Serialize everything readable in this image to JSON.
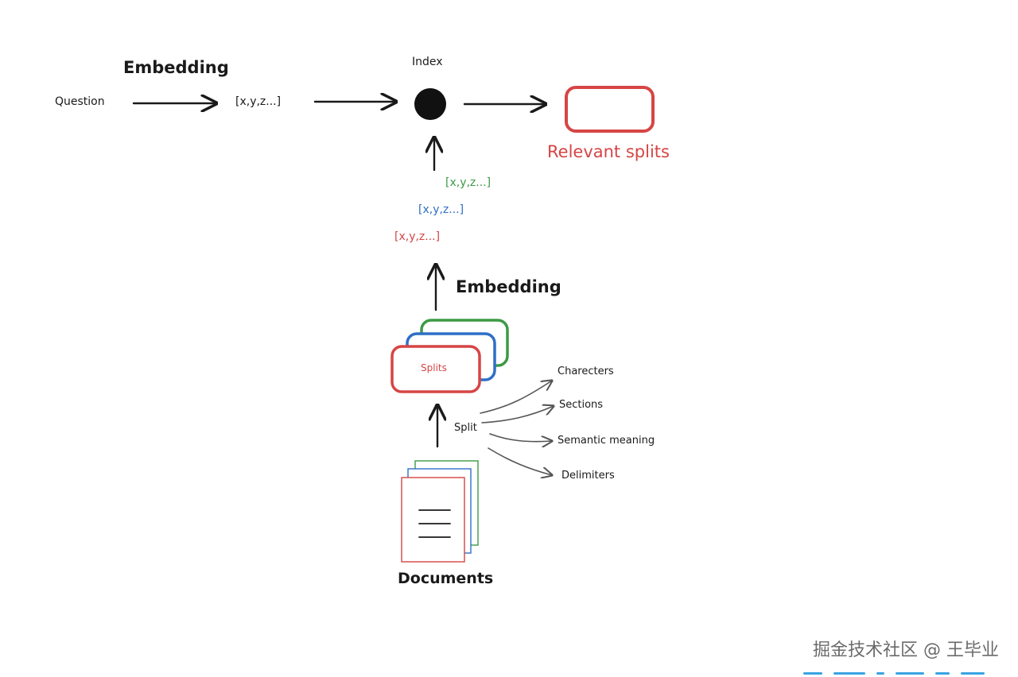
{
  "labels": {
    "embedding_top": "Embedding",
    "question": "Question",
    "vector_query": "[x,y,z...]",
    "index": "Index",
    "relevant_splits": "Relevant splits",
    "vector_green": "[x,y,z...]",
    "vector_blue": "[x,y,z...]",
    "vector_red": "[x,y,z...]",
    "embedding_mid": "Embedding",
    "splits": "Splits",
    "split": "Split",
    "characters": "Charecters",
    "sections": "Sections",
    "semantic_meaning": "Semantic meaning",
    "delimiters": "Delimiters",
    "documents": "Documents"
  },
  "watermark": "掘金技术社区 @ 王毕业",
  "colors": {
    "ink": "#1a1a1a",
    "red": "#d64545",
    "blue": "#2f6fc6",
    "green": "#3d9a45",
    "grey_arrow": "#555555",
    "watermark": "#6b6b6b",
    "bottom_bar": "#3aa3e3"
  }
}
